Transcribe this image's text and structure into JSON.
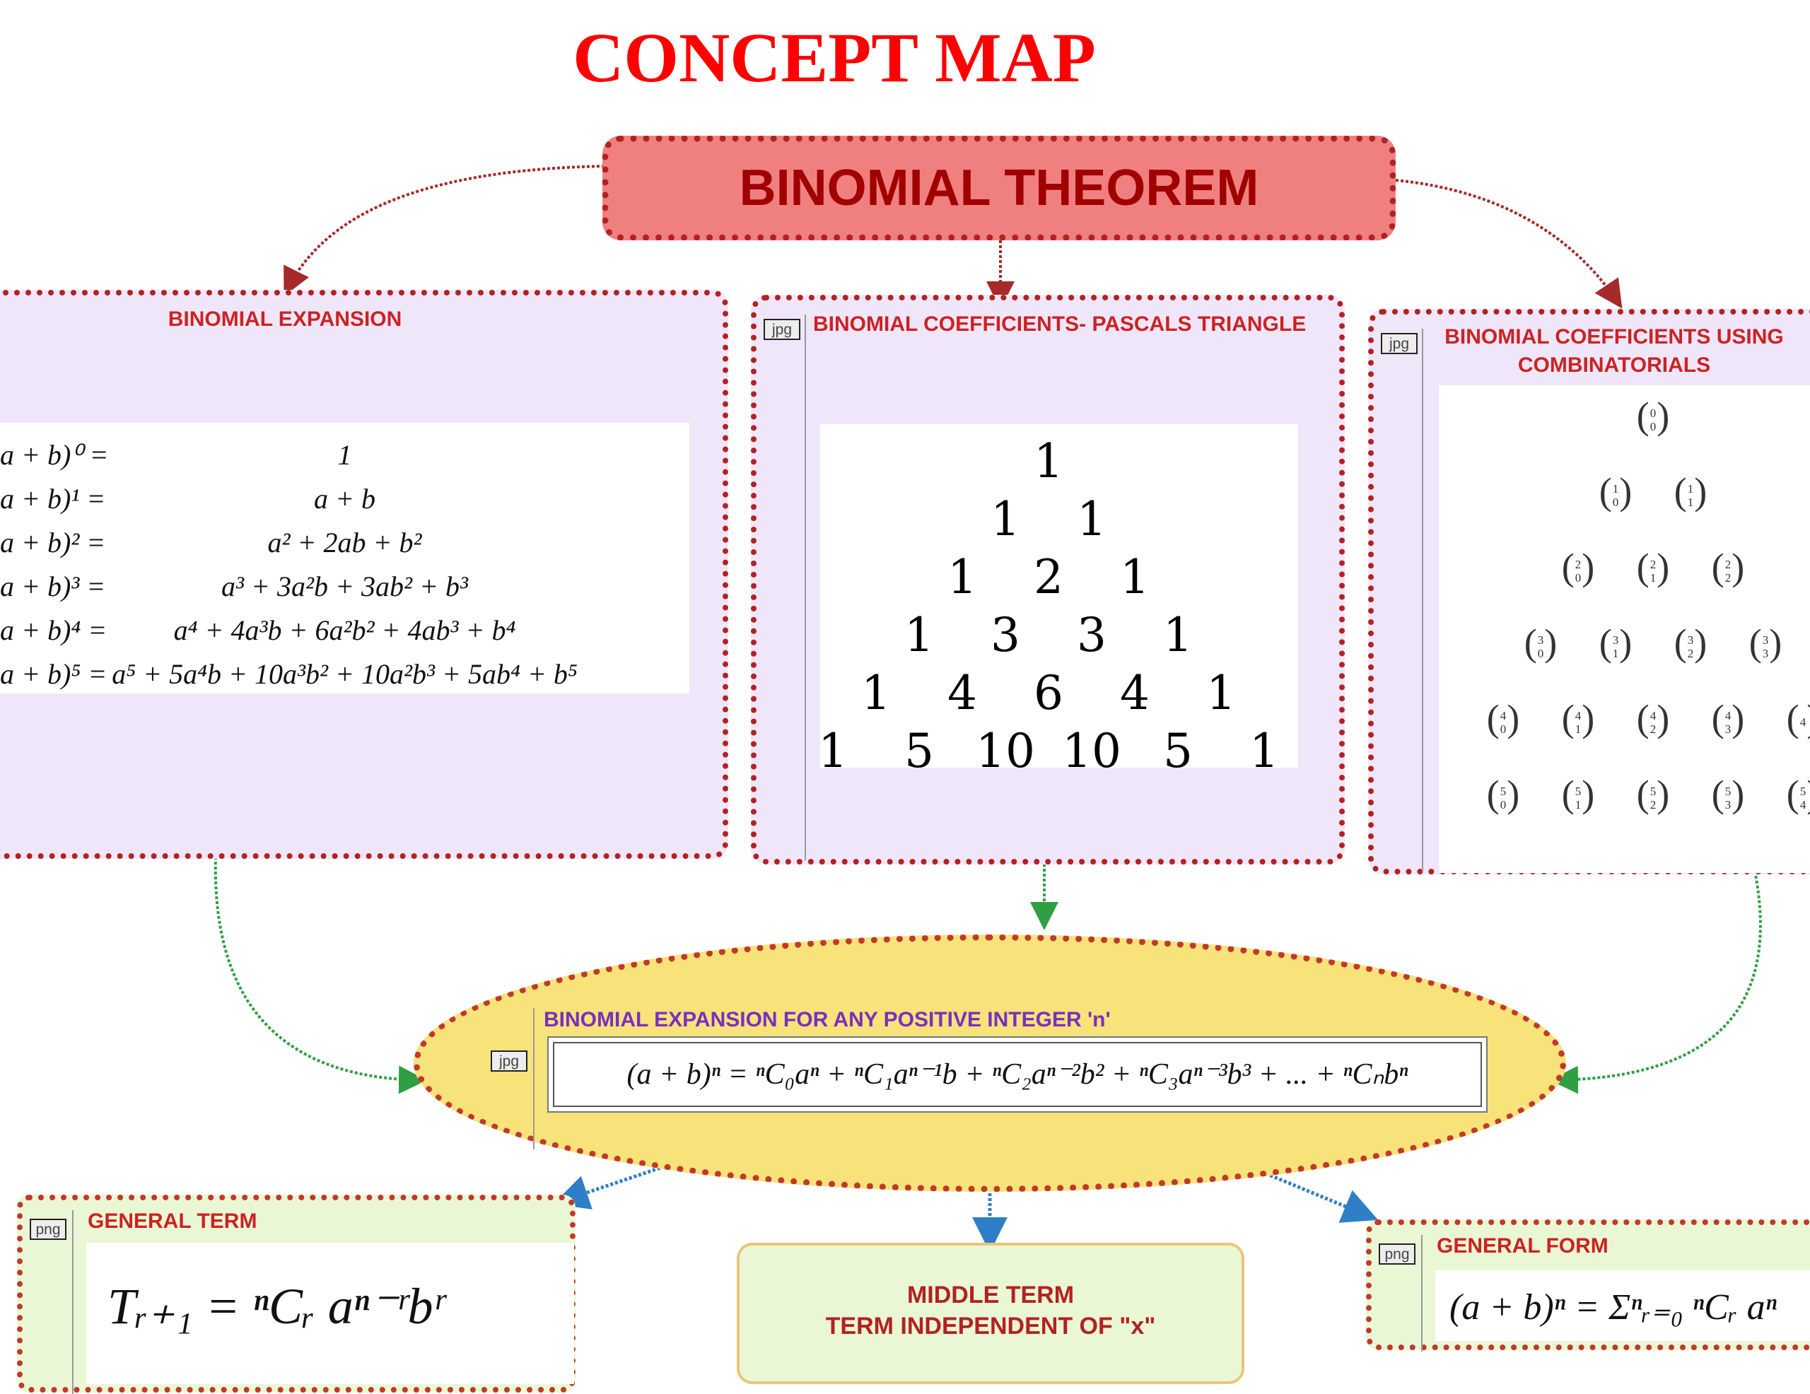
{
  "title": "CONCEPT MAP",
  "root": {
    "label": "BINOMIAL THEOREM"
  },
  "expansion": {
    "title": "BINOMIAL EXPANSION",
    "rows": [
      {
        "lhs": "a + b)⁰ =",
        "rhs": "1"
      },
      {
        "lhs": "a + b)¹ =",
        "rhs": "a + b"
      },
      {
        "lhs": "a + b)² =",
        "rhs": "a² + 2ab + b²"
      },
      {
        "lhs": "a + b)³ =",
        "rhs": "a³ + 3a²b + 3ab² + b³"
      },
      {
        "lhs": "a + b)⁴ =",
        "rhs": "a⁴ + 4a³b + 6a²b² + 4ab³ + b⁴"
      },
      {
        "lhs": "a + b)⁵ =",
        "rhs": "a⁵ + 5a⁴b + 10a³b² + 10a²b³ + 5ab⁴ + b⁵"
      }
    ]
  },
  "pascal": {
    "badge": "jpg",
    "title": "BINOMIAL COEFFICIENTS- PASCALS TRIANGLE",
    "rows": [
      [
        "1"
      ],
      [
        "1",
        "1"
      ],
      [
        "1",
        "2",
        "1"
      ],
      [
        "1",
        "3",
        "3",
        "1"
      ],
      [
        "1",
        "4",
        "6",
        "4",
        "1"
      ],
      [
        "1",
        "5",
        "10",
        "10",
        "5",
        "1"
      ]
    ]
  },
  "combinatorials": {
    "badge": "jpg",
    "title_line1": "BINOMIAL COEFFICIENTS USING",
    "title_line2": "COMBINATORIALS",
    "rows": [
      [
        [
          "0",
          "0"
        ]
      ],
      [
        [
          "1",
          "0"
        ],
        [
          "1",
          "1"
        ]
      ],
      [
        [
          "2",
          "0"
        ],
        [
          "2",
          "1"
        ],
        [
          "2",
          "2"
        ]
      ],
      [
        [
          "3",
          "0"
        ],
        [
          "3",
          "1"
        ],
        [
          "3",
          "2"
        ],
        [
          "3",
          "3"
        ]
      ],
      [
        [
          "4",
          "0"
        ],
        [
          "4",
          "1"
        ],
        [
          "4",
          "2"
        ],
        [
          "4",
          "3"
        ],
        [
          "4",
          ""
        ]
      ],
      [
        [
          "5",
          "0"
        ],
        [
          "5",
          "1"
        ],
        [
          "5",
          "2"
        ],
        [
          "5",
          "3"
        ],
        [
          "5",
          "4"
        ]
      ]
    ]
  },
  "general_expansion": {
    "badge": "jpg",
    "title": "BINOMIAL EXPANSION FOR ANY POSITIVE INTEGER 'n'",
    "formula": "(a + b)ⁿ = ⁿC₀aⁿ + ⁿC₁aⁿ⁻¹b + ⁿC₂aⁿ⁻²b² + ⁿC₃aⁿ⁻³b³ + ... + ⁿCₙbⁿ"
  },
  "general_term": {
    "badge": "png",
    "title": "GENERAL TERM",
    "formula": "Tᵣ₊₁ =  ⁿCᵣ aⁿ⁻ʳbʳ"
  },
  "middle_term": {
    "line1": "MIDDLE TERM",
    "line2": "TERM INDEPENDENT OF \"x\""
  },
  "general_form": {
    "badge": "png",
    "title": "GENERAL FORM",
    "formula": "(a + b)ⁿ = Σⁿᵣ₌₀ ⁿCᵣ aⁿ"
  },
  "colors": {
    "title": "#ff0000",
    "root_fill": "#f08080",
    "node_border": "#b22222",
    "node_fill": "#f0e6fa",
    "ellipse_fill": "#f8e27a",
    "green_node_fill": "#eaf7d4",
    "arrow_red": "#a52a2a",
    "arrow_green": "#3cb043",
    "arrow_blue": "#3a84c9"
  }
}
